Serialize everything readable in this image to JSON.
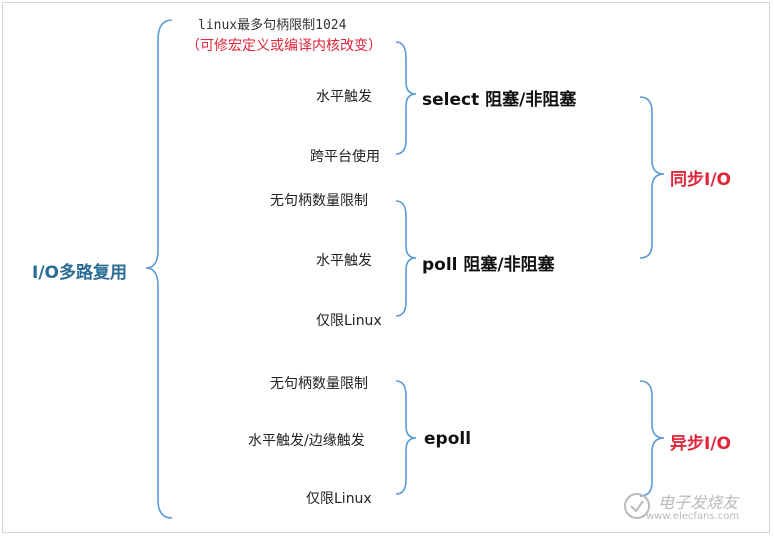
{
  "root": "I/O多路复用",
  "select": {
    "items": [
      "linux最多句柄限制1024",
      "水平触发",
      "跨平台使用"
    ],
    "note": "（可修宏定义或编译内核改变）",
    "label": "select 阻塞/非阻塞"
  },
  "poll": {
    "items": [
      "无句柄数量限制",
      "水平触发",
      "仅限Linux"
    ],
    "label": "poll 阻塞/非阻塞"
  },
  "epoll": {
    "items": [
      "无句柄数量限制",
      "水平触发/边缘触发",
      "仅限Linux"
    ],
    "label": "epoll"
  },
  "sync_label": "同步I/O",
  "async_label": "异步I/O",
  "watermark": {
    "title": "电子发烧友",
    "url": "www.elecfans.com"
  },
  "colors": {
    "bracket": "#5b9bd5",
    "root_text": "#2a6c94",
    "highlight": "#e0263a"
  }
}
